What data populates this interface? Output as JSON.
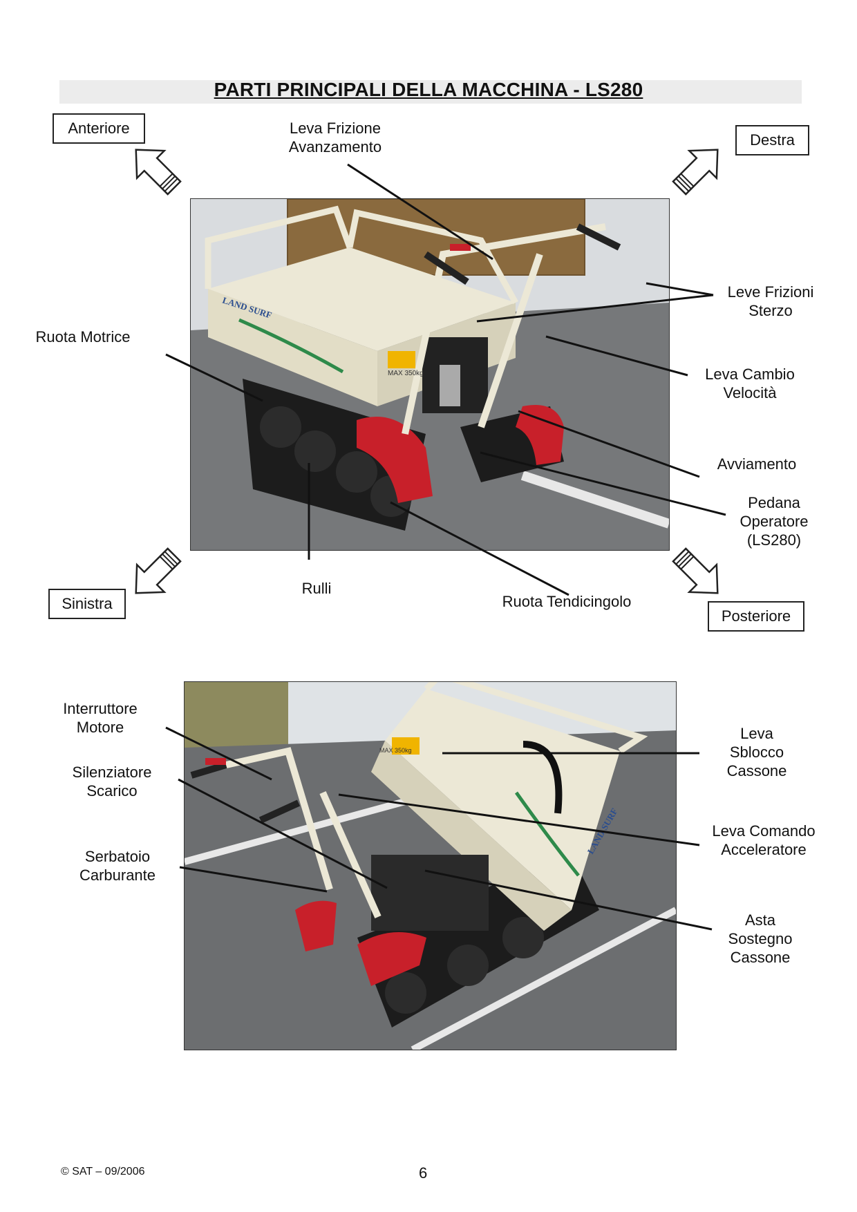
{
  "title": "PARTI PRINCIPALI DELLA MACCHINA - LS280",
  "directions": {
    "front": "Anteriore",
    "right": "Destra",
    "left": "Sinistra",
    "rear": "Posteriore"
  },
  "photo1_labels": {
    "leva_frizione_l1": "Leva Frizione",
    "leva_frizione_l2": "Avanzamento",
    "leve_frizioni_l1": "Leve Frizioni",
    "leve_frizioni_l2": "Sterzo",
    "ruota_motrice": "Ruota Motrice",
    "leva_cambio_l1": "Leva Cambio",
    "leva_cambio_l2": "Velocità",
    "avviamento": "Avviamento",
    "pedana_l1": "Pedana",
    "pedana_l2": "Operatore",
    "pedana_l3": "(LS280)",
    "rulli": "Rulli",
    "ruota_tendicingolo": "Ruota Tendicingolo"
  },
  "photo2_labels": {
    "interruttore_l1": "Interruttore",
    "interruttore_l2": "Motore",
    "silenziatore_l1": "Silenziatore",
    "silenziatore_l2": "Scarico",
    "serbatoio_l1": "Serbatoio",
    "serbatoio_l2": "Carburante",
    "leva_sblocco_l1": "Leva",
    "leva_sblocco_l2": "Sblocco",
    "leva_sblocco_l3": "Cassone",
    "leva_acceleratore_l1": "Leva Comando",
    "leva_acceleratore_l2": "Acceleratore",
    "asta_l1": "Asta",
    "asta_l2": "Sostegno",
    "asta_l3": "Cassone"
  },
  "photo_texts": {
    "brand": "LAND SURF",
    "max_load": "MAX 350kg"
  },
  "footer": {
    "copyright": "© SAT – 09/2006",
    "page_number": "6"
  },
  "colors": {
    "machine_body": "#ece8d6",
    "track": "#1c1c1c",
    "fender_red": "#c8202a",
    "asphalt": "#7d7f80",
    "accent_green": "#2e8a4a"
  }
}
